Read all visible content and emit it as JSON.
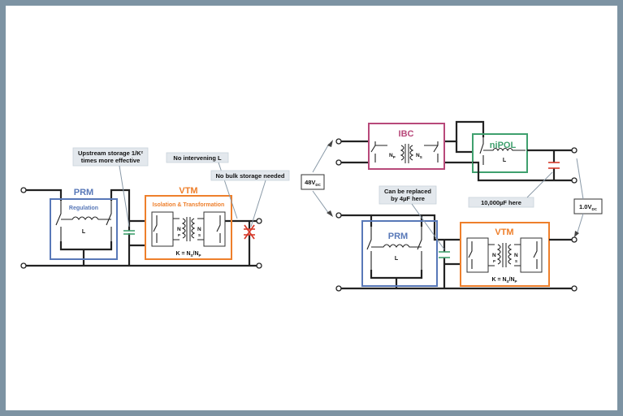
{
  "left": {
    "prm": {
      "title": "PRM",
      "subtitle": "Regulation",
      "inductor": "L"
    },
    "vtm": {
      "title": "VTM",
      "subtitle": "Isolation & Transformation",
      "winding_n": "N",
      "winding_p": "P",
      "winding_s": "S",
      "formula_k": "K = N",
      "formula_s": "S",
      "formula_div": "/N",
      "formula_p": "P"
    },
    "callout_upstream_line1": "Upstream storage 1/K²",
    "callout_upstream_line2": "times more effective",
    "callout_no_l": "No intervening L",
    "callout_no_bulk": "No bulk storage needed"
  },
  "right": {
    "ibc": {
      "title": "IBC",
      "winding_n": "N",
      "winding_p": "P",
      "winding_s": "S"
    },
    "nipol": {
      "title": "niPOL",
      "inductor": "L"
    },
    "prm": {
      "title": "PRM",
      "inductor": "L"
    },
    "vtm": {
      "title": "VTM",
      "winding_n": "N",
      "winding_p": "P",
      "winding_s": "S",
      "formula_k": "K = N",
      "formula_s": "S",
      "formula_div": "/N",
      "formula_p": "P"
    },
    "label_48v": "48V",
    "label_48v_sub": "DC",
    "label_1v": "1.0V",
    "label_1v_sub": "DC",
    "callout_replace_line1": "Can be replaced",
    "callout_replace_line2": "by 4µF here",
    "callout_10000": "10,000µF here"
  },
  "colors": {
    "prm": "#5878b8",
    "vtm": "#ee7f2b",
    "ibc": "#b8497a",
    "nipol": "#3fa06e",
    "cap_green": "#3fa06e",
    "cap_red": "#d63a2a",
    "background": "#7d93a3"
  }
}
